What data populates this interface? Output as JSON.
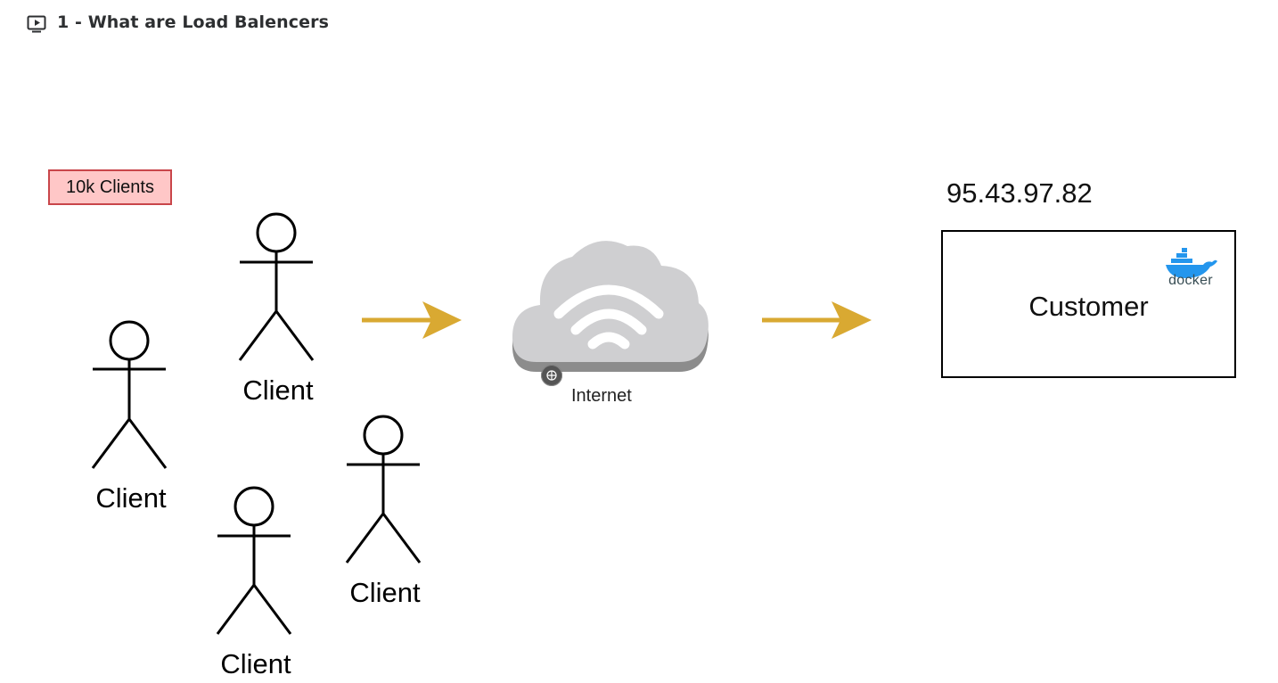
{
  "header": {
    "title": "1 - What are Load Balencers",
    "icon": "video-play-icon"
  },
  "diagram": {
    "badge": "10k Clients",
    "clients": [
      "Client",
      "Client",
      "Client",
      "Client"
    ],
    "cloud": {
      "label": "Internet",
      "icon": "cloud-wifi-icon"
    },
    "server": {
      "ip": "95.43.97.82",
      "label": "Customer",
      "logo_text": "docker"
    }
  },
  "colors": {
    "arrow": "#d9a932",
    "badge_fill": "#ffc7c7",
    "badge_border": "#c9464a",
    "cloud": "#cfcfd1",
    "docker": "#2496ed"
  }
}
